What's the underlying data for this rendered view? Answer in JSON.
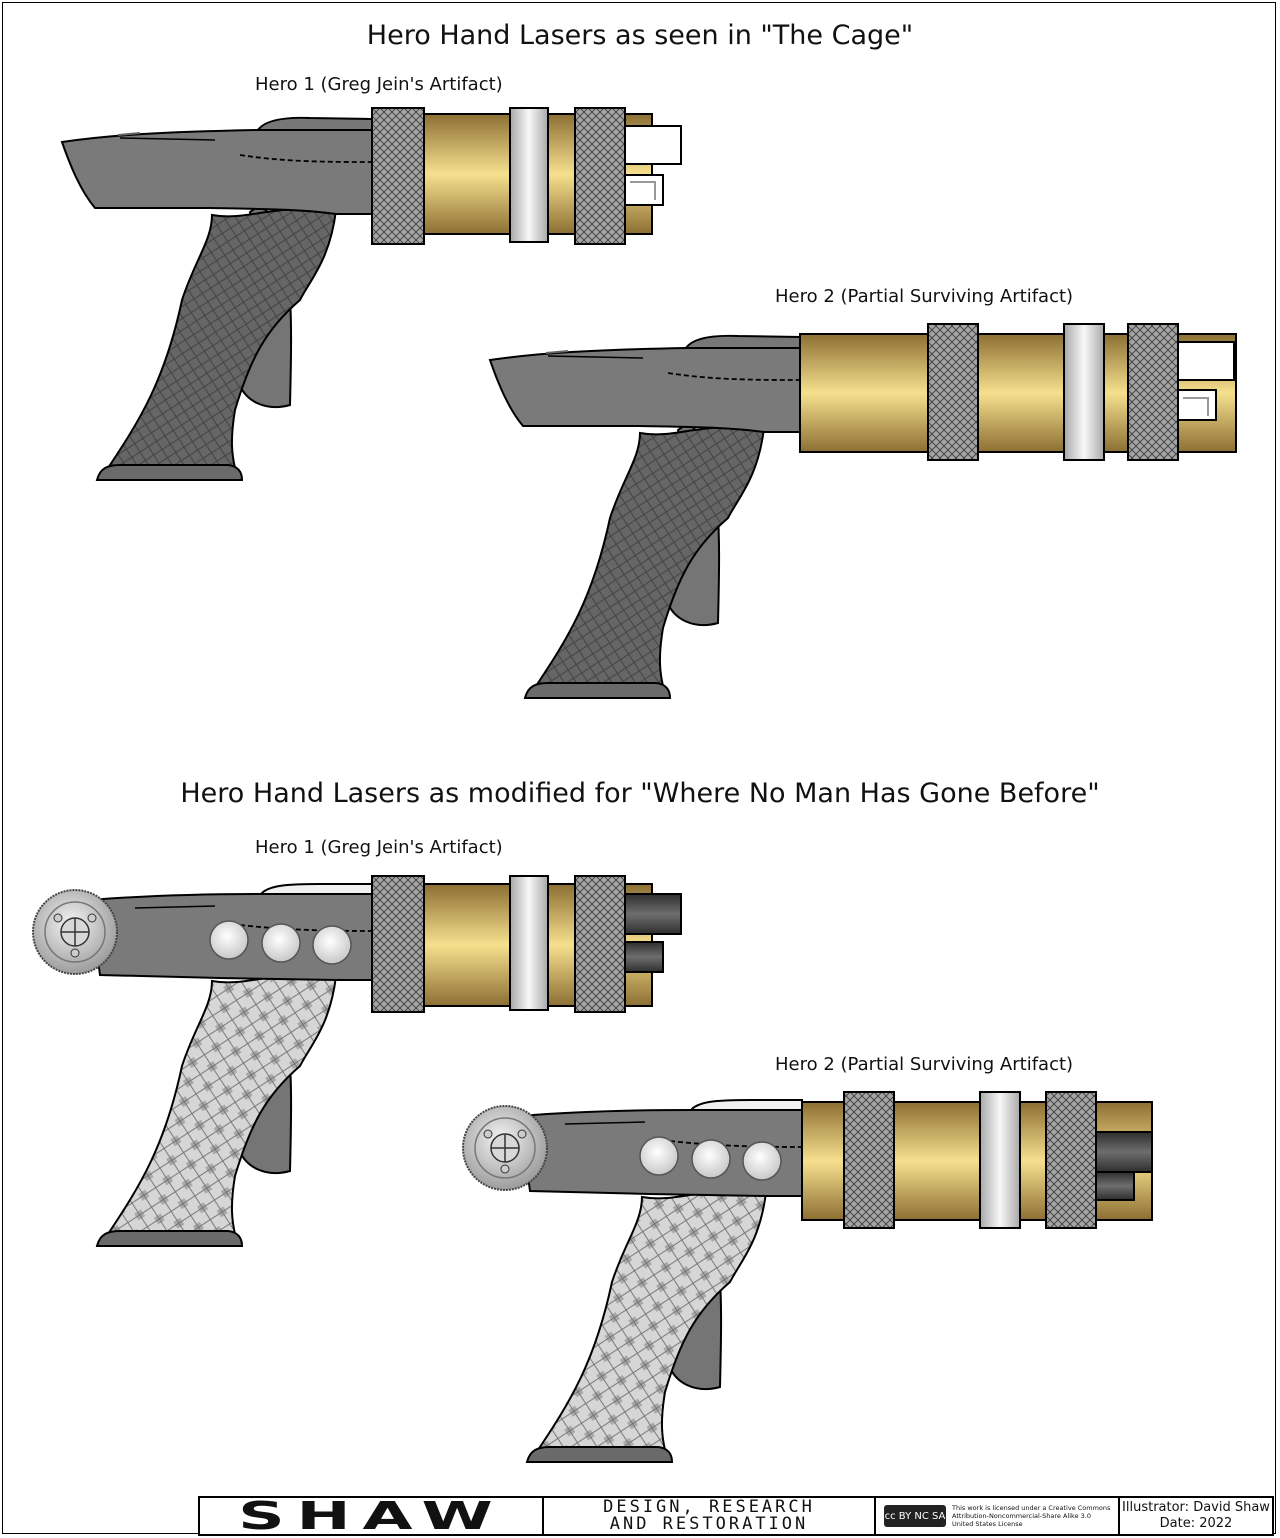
{
  "titles": {
    "top": "Hero Hand Lasers as seen in \"The Cage\"",
    "bottom": "Hero Hand Lasers as modified for \"Where No Man Has Gone Before\""
  },
  "captions": {
    "cage_hero1": "Hero 1 (Greg Jein's Artifact)",
    "cage_hero2": "Hero 2 (Partial Surviving Artifact)",
    "wnm_hero1": "Hero 1 (Greg Jein's Artifact)",
    "wnm_hero2": "Hero 2 (Partial Surviving Artifact)"
  },
  "title_block": {
    "logo": "SHAW",
    "line1": "DESIGN, RESEARCH",
    "line2": "AND RESTORATION",
    "cc_badge": "cc BY NC SA",
    "license_line1": "This work is licensed under a Creative Commons",
    "license_line2": "Attribution-Noncommercial-Share Alike 3.0",
    "license_line3": "United States License",
    "illustrator": "Illustrator: David Shaw",
    "date": "Date: 2022"
  },
  "colors": {
    "body_gray": "#7a7a7a",
    "grip_dark": "#6a6a6a",
    "grip_light": "#cfcfcf",
    "brass": "#c9a753",
    "knurl": "#9a9a9a",
    "silver_band": "#e2e2e2"
  }
}
